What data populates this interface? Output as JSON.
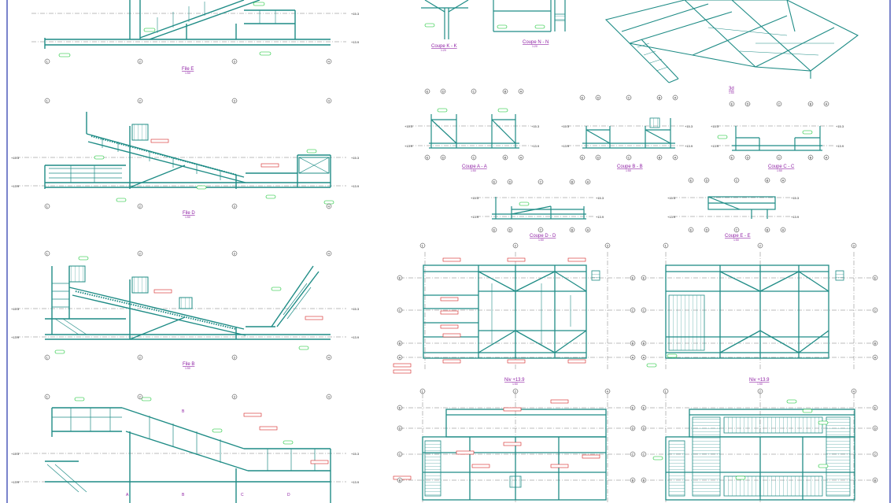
{
  "drawings": {
    "file_e": {
      "title": "File E",
      "scale": "1:50"
    },
    "file_d": {
      "title": "File D",
      "scale": "1:50"
    },
    "file_b": {
      "title": "File B",
      "scale": "1:50"
    },
    "coupe_kk": {
      "title": "Coupe K - K",
      "scale": "1:20"
    },
    "coupe_nn": {
      "title": "Coupe N - N",
      "scale": "1:20"
    },
    "view_3d": {
      "title": "3d",
      "scale": "1:50"
    },
    "coupe_aa": {
      "title": "Coupe A - A",
      "scale": "1:50"
    },
    "coupe_bb": {
      "title": "Coupe B - B",
      "scale": "1:50"
    },
    "coupe_cc": {
      "title": "Coupe C - C",
      "scale": "1:50"
    },
    "coupe_dd": {
      "title": "Coupe D - D",
      "scale": "1:50"
    },
    "coupe_ee": {
      "title": "Coupe E - E",
      "scale": "1:50"
    },
    "niv1": {
      "title": "Niv +13.9",
      "scale": "1:50"
    },
    "niv2": {
      "title": "Niv +13.9",
      "scale": "1:50"
    }
  },
  "elevations": {
    "upper": "+15.3",
    "lower": "+13.9"
  },
  "grid_numbers": [
    "1",
    "2",
    "3",
    "4"
  ],
  "grid_letters": [
    "A",
    "B",
    "C",
    "D",
    "E"
  ],
  "section_marks": {
    "a": "A",
    "b": "B",
    "c": "C",
    "d": "D"
  },
  "colors": {
    "steel": "#1f8c86",
    "tag_border": "#00c020",
    "red_tag": "#d22020",
    "title": "#8e1fa4",
    "gridline": "#555555"
  }
}
